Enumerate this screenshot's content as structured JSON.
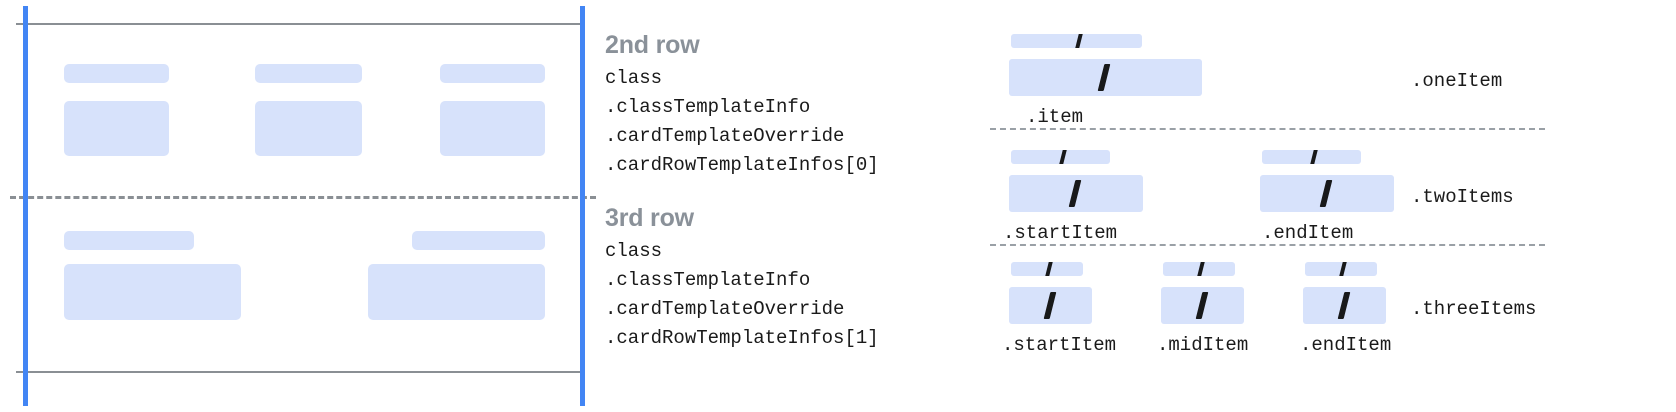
{
  "left_diagram": {
    "name": "card-row-template-preview",
    "guide_color": "#4285f4",
    "rule_color": "#8a8f94",
    "placeholder_color": "#d7e2fb",
    "rows": [
      {
        "name": "second-row-preview",
        "cells": [
          {
            "name": "cell-1",
            "small_bar": true,
            "large_bar": true
          },
          {
            "name": "cell-2",
            "small_bar": true,
            "large_bar": true
          },
          {
            "name": "cell-3",
            "small_bar": true,
            "large_bar": true
          }
        ]
      },
      {
        "name": "third-row-preview",
        "cells": [
          {
            "name": "cell-1",
            "small_bar": true,
            "large_bar": true
          },
          {
            "name": "cell-2",
            "small_bar": true,
            "large_bar": true
          }
        ]
      }
    ]
  },
  "row_descriptions": [
    {
      "title": "2nd row",
      "code_lines": [
        "class",
        ".classTemplateInfo",
        ".cardTemplateOverride",
        ".cardRowTemplateInfos[0]"
      ]
    },
    {
      "title": "3rd row",
      "code_lines": [
        "class",
        ".classTemplateInfo",
        ".cardTemplateOverride",
        ".cardRowTemplateInfos[1]"
      ]
    }
  ],
  "item_layouts": [
    {
      "name": "one-item",
      "group_label": ".oneItem",
      "cells": [
        {
          "name": "item",
          "label": ".item",
          "width": 193,
          "small_width": 131
        }
      ]
    },
    {
      "name": "two-items",
      "group_label": ".twoItems",
      "cells": [
        {
          "name": "start-item",
          "label": ".startItem",
          "width": 134,
          "small_width": 99
        },
        {
          "name": "end-item",
          "label": ".endItem",
          "width": 134,
          "small_width": 99
        }
      ]
    },
    {
      "name": "three-items",
      "group_label": ".threeItems",
      "cells": [
        {
          "name": "start-item",
          "label": ".startItem",
          "width": 83,
          "small_width": 72
        },
        {
          "name": "mid-item",
          "label": ".midItem",
          "width": 83,
          "small_width": 72
        },
        {
          "name": "end-item",
          "label": ".endItem",
          "width": 83,
          "small_width": 72
        }
      ]
    }
  ]
}
